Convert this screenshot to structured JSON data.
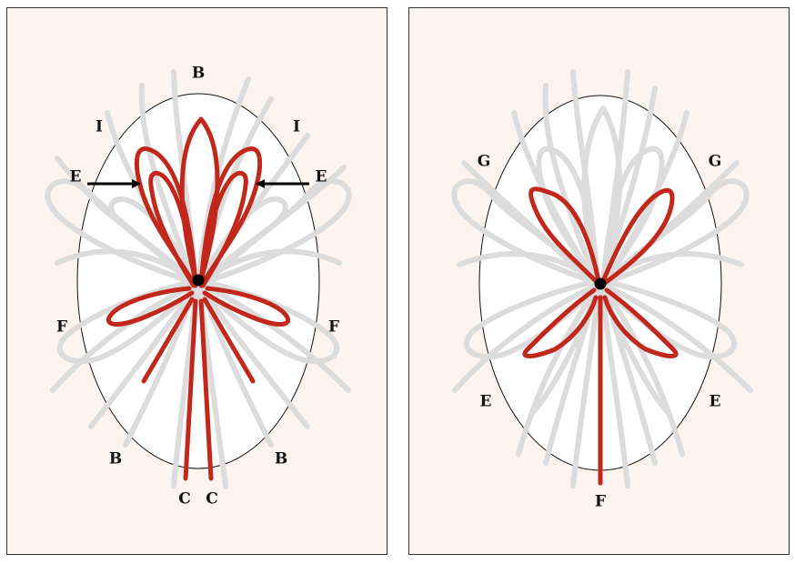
{
  "colors": {
    "panel_bg": "#fdf3ef",
    "ellipse_fill": "#ffffff",
    "ghost": "#dcdcdc",
    "highlight": "#c1271b",
    "text": "#111111"
  },
  "left_panel": {
    "labels": {
      "top": "B",
      "upper_left": "I",
      "upper_right": "I",
      "arrow_left": "E",
      "arrow_right": "E",
      "mid_left": "F",
      "mid_right": "F",
      "lower_left": "B",
      "lower_right": "B",
      "bottom_left": "C",
      "bottom_right": "C"
    }
  },
  "right_panel": {
    "labels": {
      "upper_left": "G",
      "upper_right": "G",
      "lower_left": "E",
      "lower_right": "E",
      "bottom": "F"
    }
  }
}
